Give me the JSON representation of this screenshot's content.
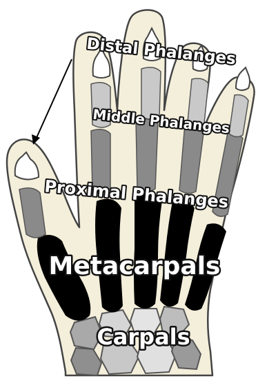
{
  "labels": {
    "distal": "Distal Phalanges",
    "middle": "Middle Phalanges",
    "proximal": "Proximal Phalanges",
    "metacarpals": "Metacarpals",
    "carpals": "Carpals"
  },
  "colors": {
    "skin": "#f4efdb",
    "outline": "#444444",
    "distal_bone": "#ffffff",
    "middle_bone": "#c9c9c9",
    "proximal_bone": "#8a8a8a",
    "metacarpal_bone": "#000000",
    "carpal_bone": "#a9a9a9",
    "label_fill": "#ffffff",
    "label_stroke": "#111111"
  }
}
